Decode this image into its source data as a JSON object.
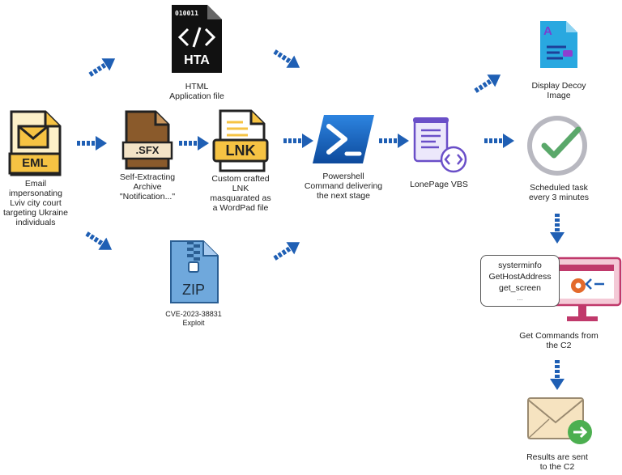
{
  "nodes": {
    "email": {
      "badge": "EML",
      "label": [
        "Email",
        "impersonating",
        "Lviv city court",
        "targeting Ukraine",
        "individuals"
      ]
    },
    "hta": {
      "top_text": "010011",
      "badge": "HTA",
      "label": [
        "HTML",
        "Application file"
      ]
    },
    "sfx": {
      "badge": ".SFX",
      "label": [
        "Self-Extracting",
        "Archive",
        "\"Notification...\""
      ]
    },
    "lnk": {
      "badge": "LNK",
      "label": [
        "Custom crafted",
        "LNK",
        "masquarated as",
        "a WordPad file"
      ]
    },
    "zip": {
      "badge": "ZIP",
      "label": [
        "CVE-2023-38831",
        "Exploit"
      ]
    },
    "powershell": {
      "label": [
        "Powershell",
        "Command delivering",
        "the next stage"
      ]
    },
    "lonepage": {
      "label": [
        "LonePage VBS"
      ]
    },
    "decoy": {
      "icon_letter": "A",
      "label": [
        "Display Decoy",
        "Image"
      ]
    },
    "scheduled": {
      "label": [
        "Scheduled task",
        "every 3 minutes"
      ]
    },
    "commands": {
      "items": [
        "systerminfo",
        "GetHostAddress",
        "get_screen",
        "..."
      ],
      "label": [
        "Get Commands from",
        "the C2"
      ]
    },
    "results": {
      "label": [
        "Results are sent",
        "to the C2"
      ]
    }
  },
  "colors": {
    "arrow": "#1f5fb4",
    "file_yellow": "#f6c343",
    "file_brown": "#8a5a2b",
    "ps_blue": "#1569c7",
    "zip_blue": "#5b9bd5",
    "check_green": "#5aa86a",
    "purple": "#6a4fc8"
  }
}
